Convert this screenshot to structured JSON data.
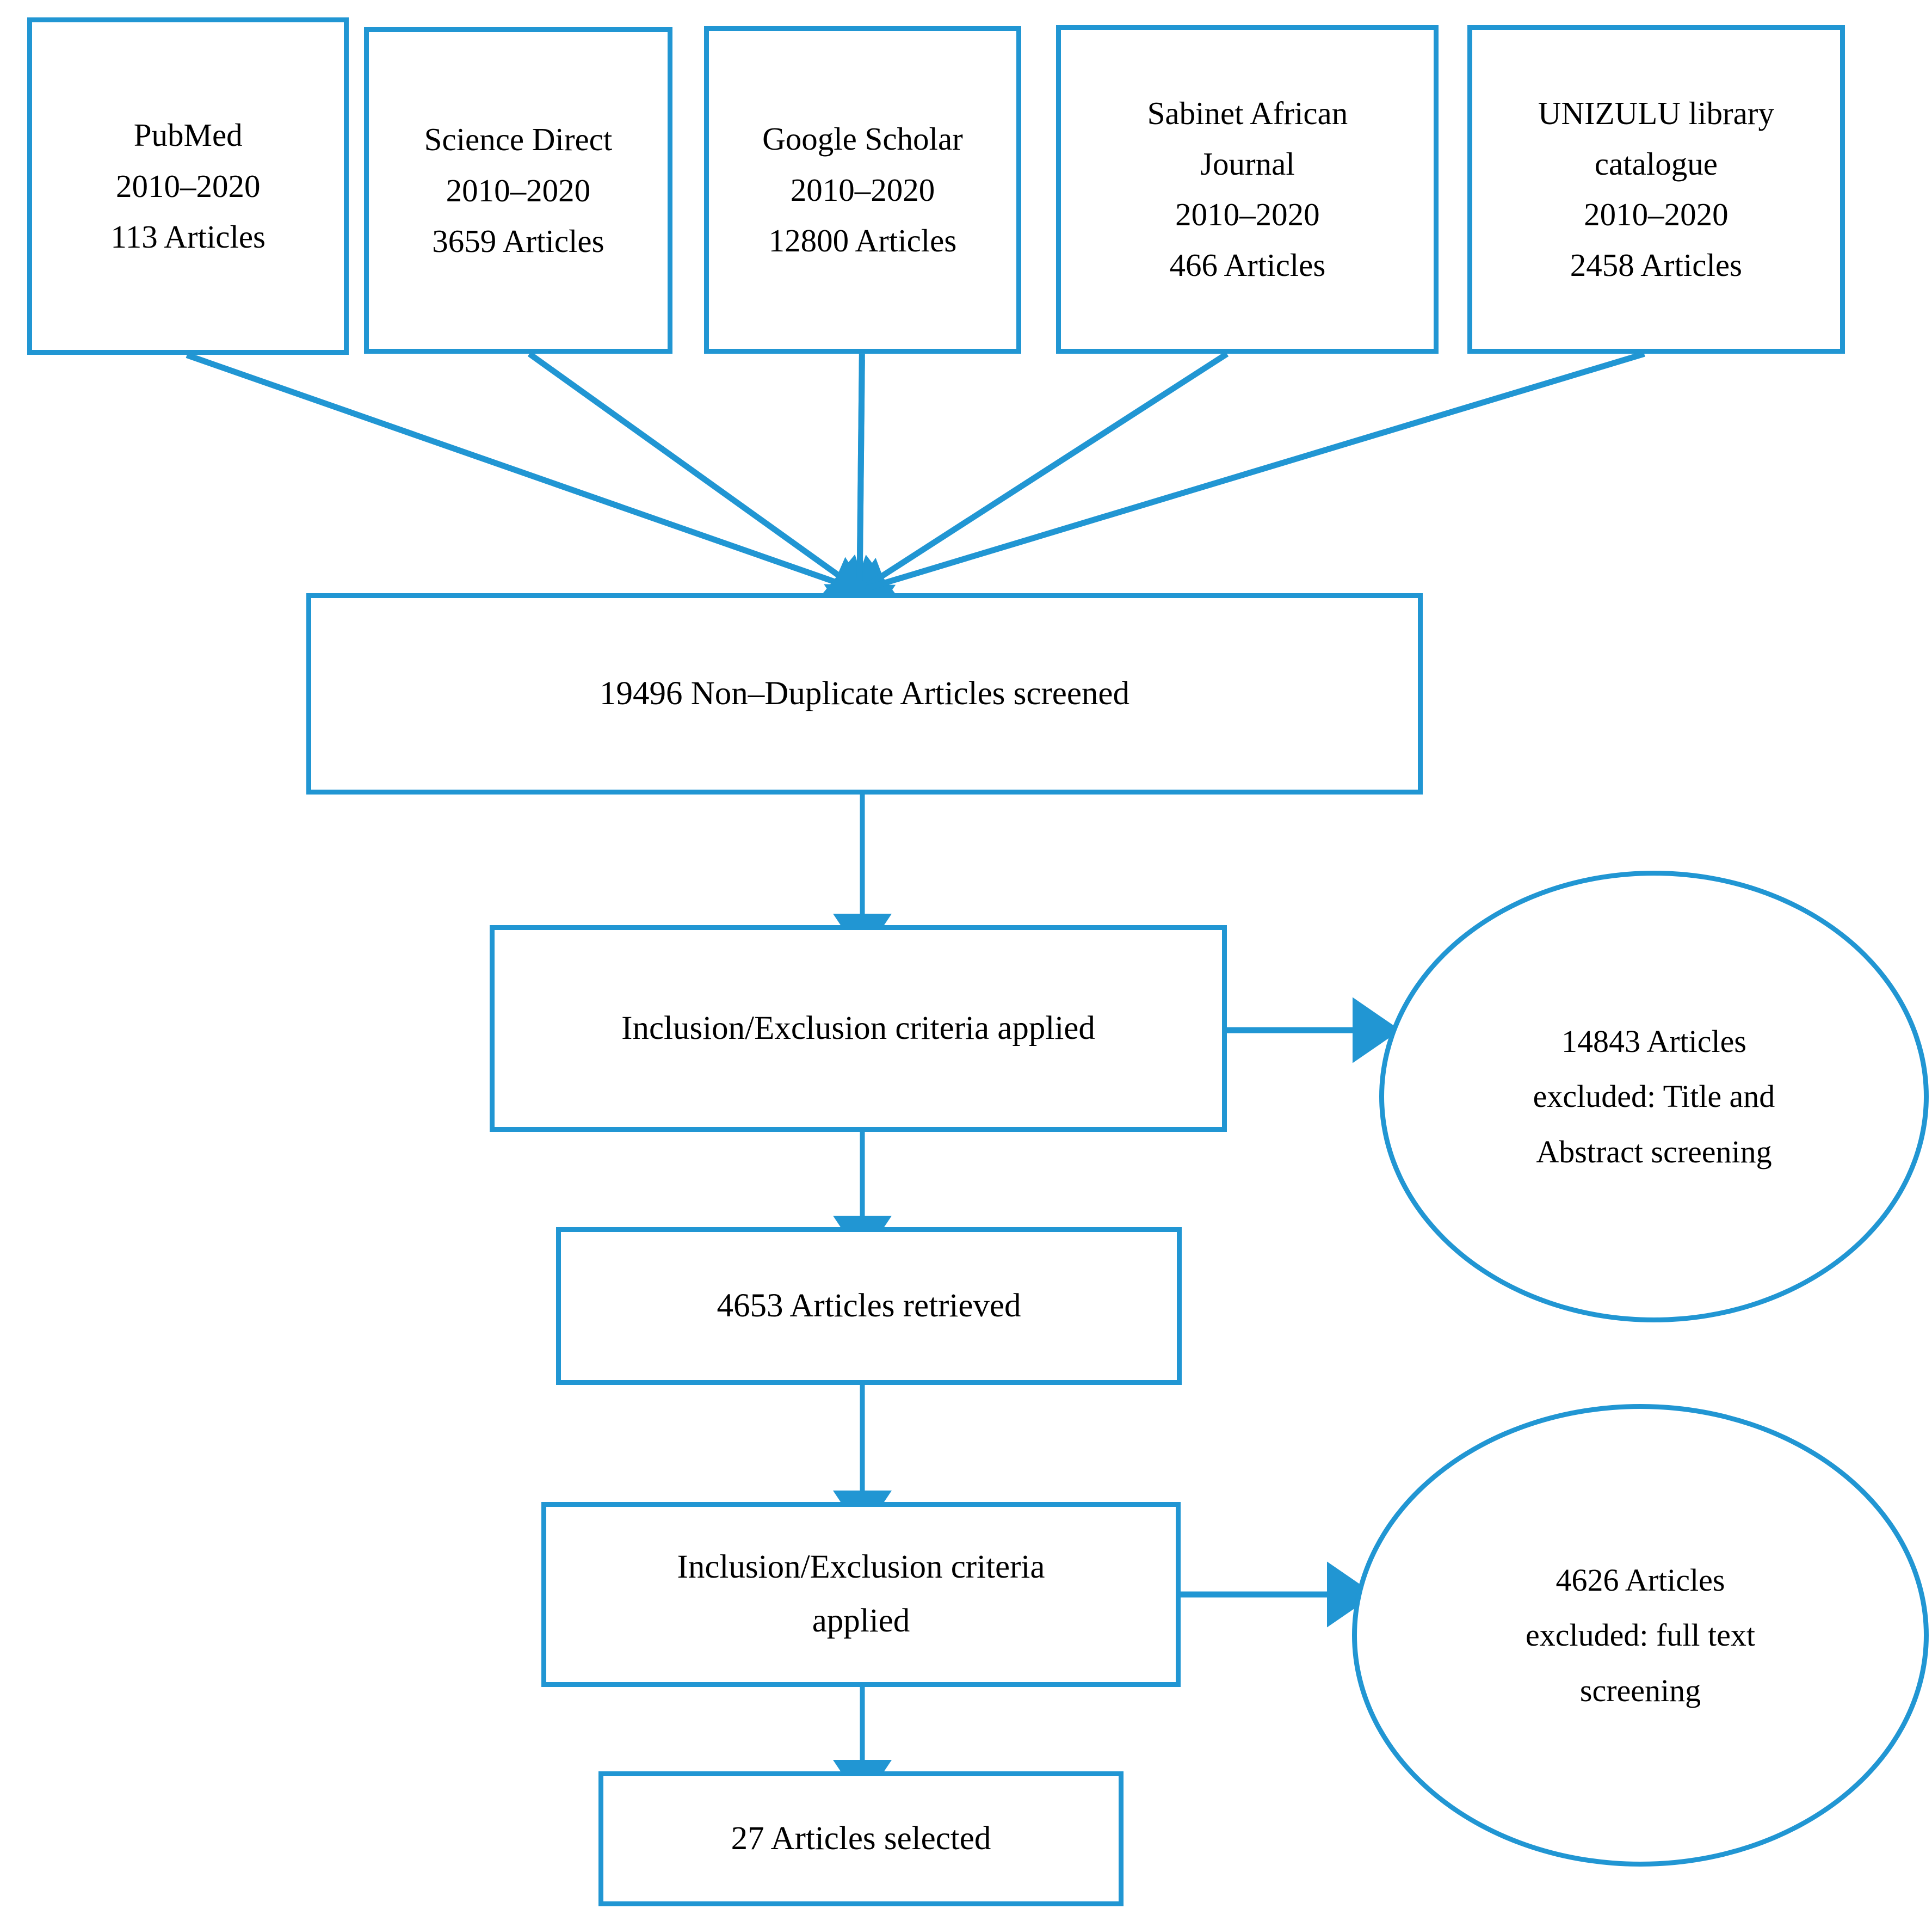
{
  "diagram": {
    "type": "prisma-flowchart",
    "accent_color": "#2196d3",
    "text_color": "#000000",
    "background_color": "#ffffff",
    "sources": [
      {
        "name": "PubMed",
        "years": "2010–2020",
        "count": "113 Articles"
      },
      {
        "name": "Science Direct",
        "years": "2010–2020",
        "count": "3659 Articles"
      },
      {
        "name": "Google Scholar",
        "years": "2010–2020",
        "count": "12800 Articles"
      },
      {
        "name": "Sabinet African",
        "name2": "Journal",
        "years": "2010–2020",
        "count": "466 Articles"
      },
      {
        "name": "UNIZULU library",
        "name2": "catalogue",
        "years": "2010–2020",
        "count": "2458 Articles"
      }
    ],
    "steps": {
      "screened": {
        "label": "19496 Non–Duplicate Articles screened"
      },
      "criteria1": {
        "label": "Inclusion/Exclusion criteria applied"
      },
      "retrieved": {
        "label": "4653 Articles retrieved"
      },
      "criteria2": {
        "line1": "Inclusion/Exclusion criteria",
        "line2": "applied"
      },
      "selected": {
        "label": "27 Articles selected"
      }
    },
    "exclusions": {
      "first": {
        "line1": "14843 Articles",
        "line2": "excluded: Title and",
        "line3": "Abstract screening"
      },
      "second": {
        "line1": "4626 Articles",
        "line2": "excluded: full text",
        "line3": "screening"
      }
    }
  }
}
